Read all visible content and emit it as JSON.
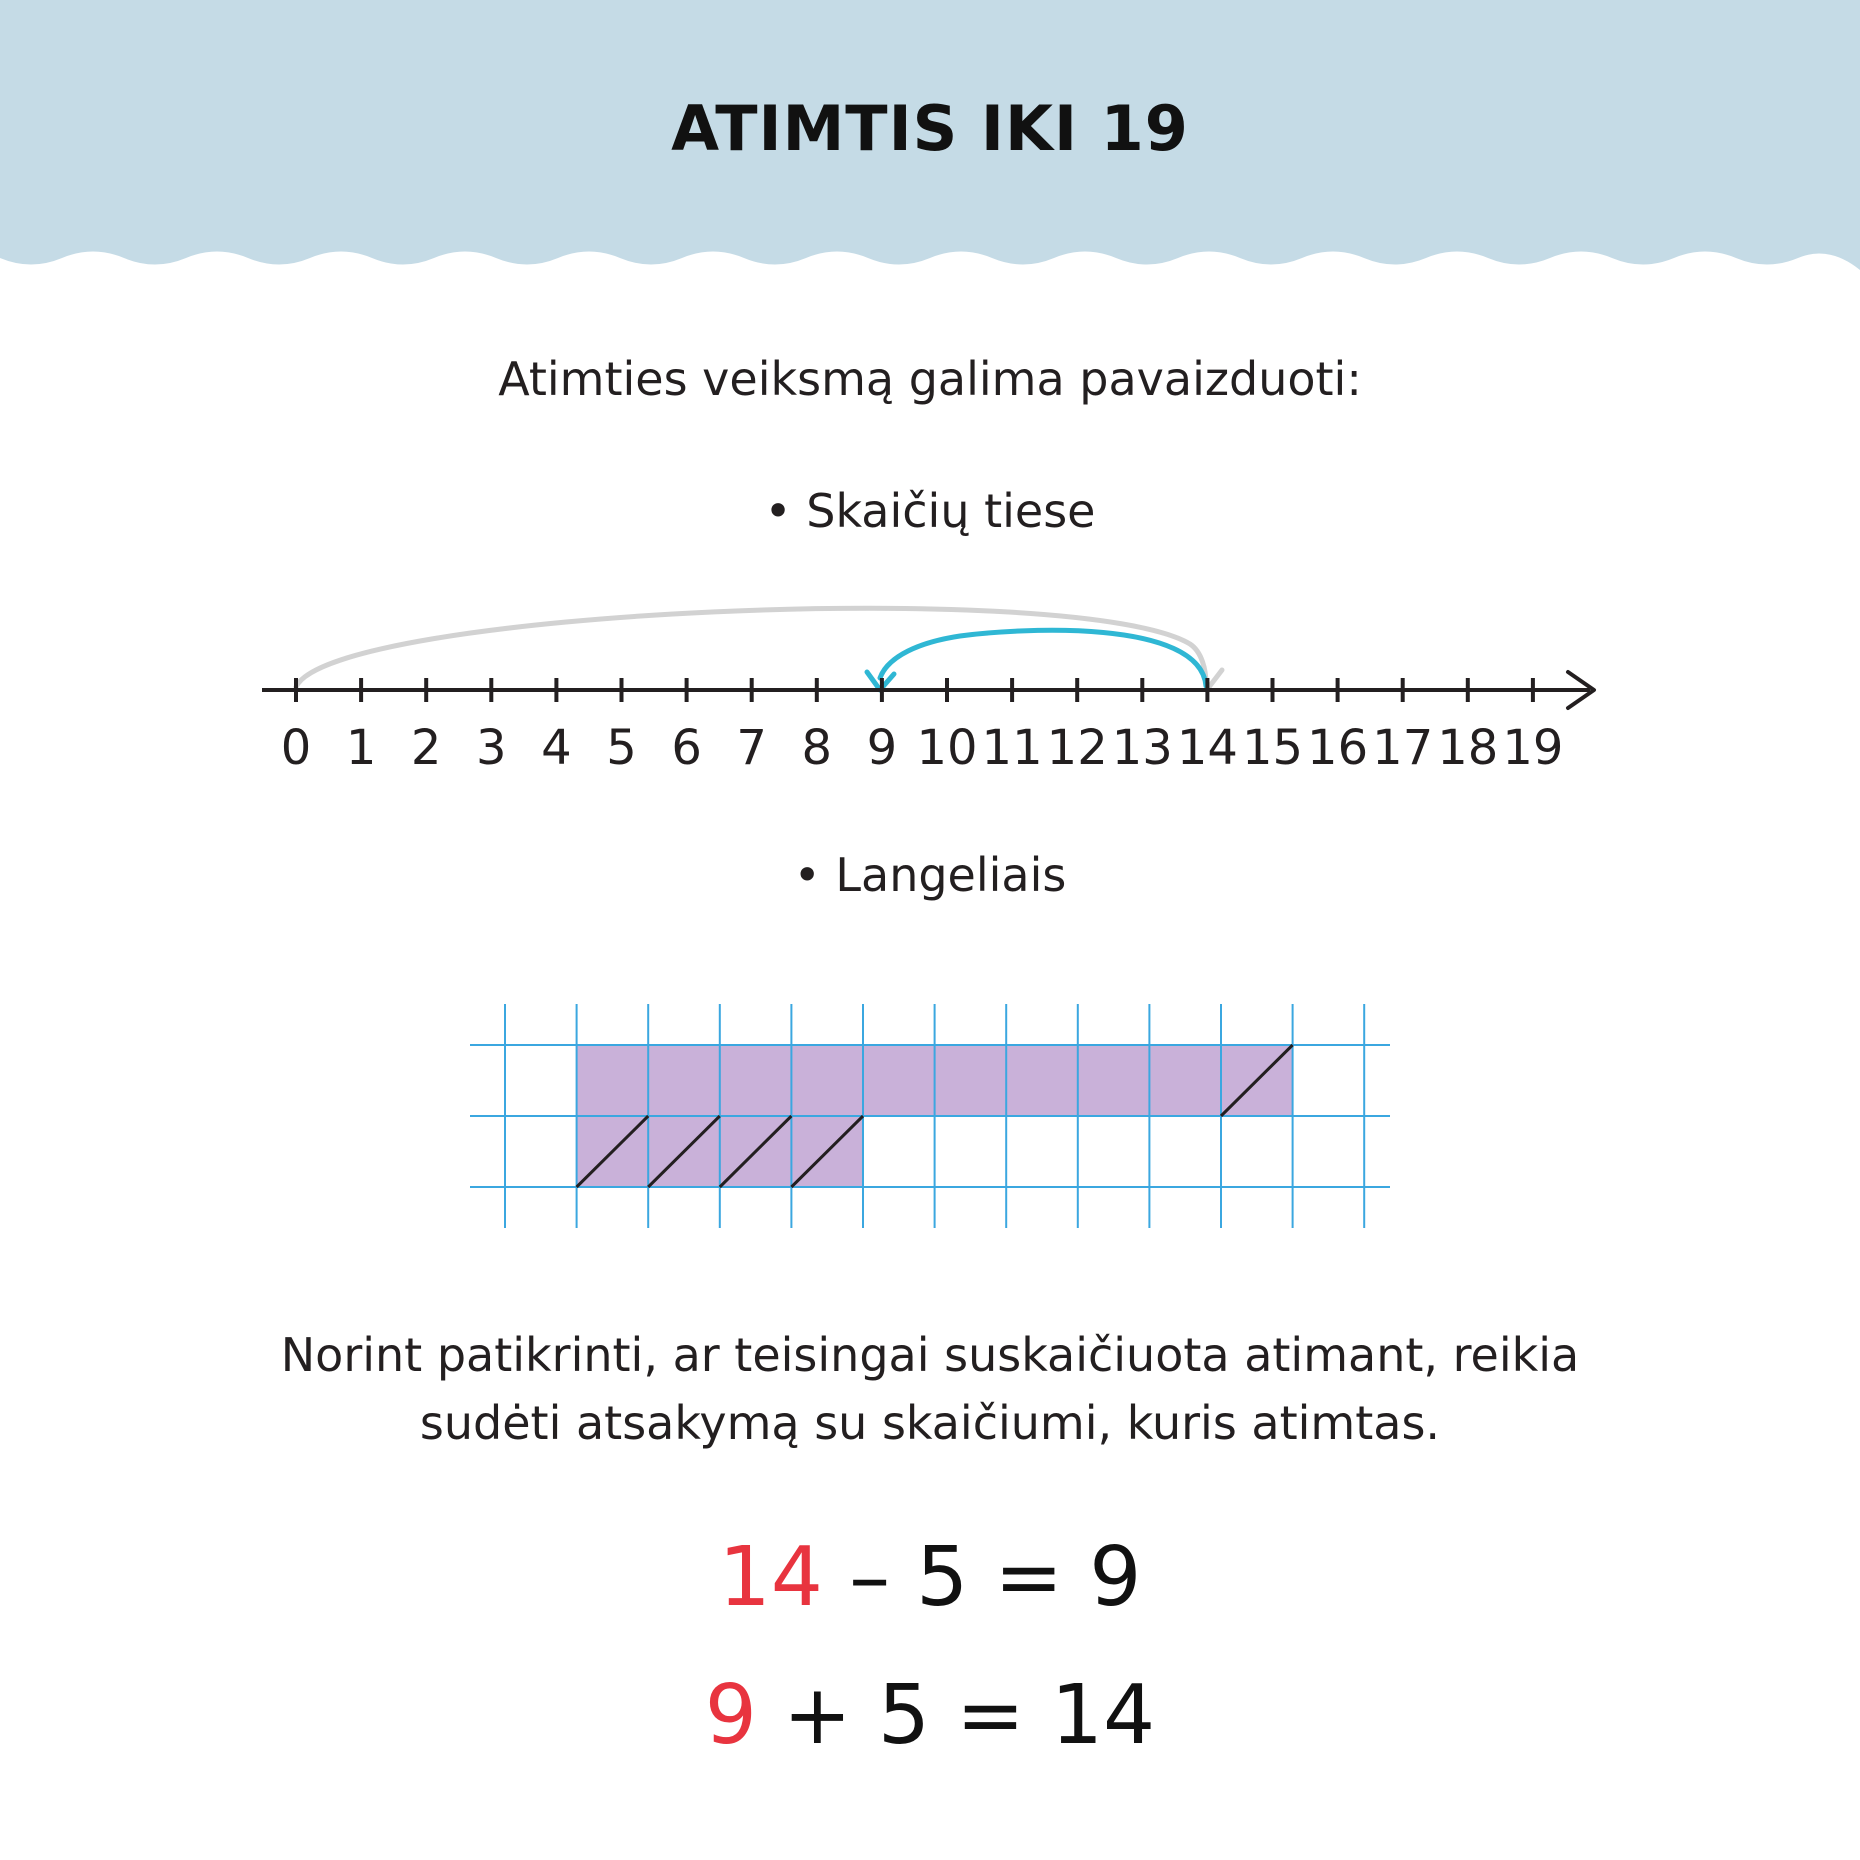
{
  "title": "ATIMTIS IKI 19",
  "intro": "Atimties veiksmą galima pavaizduoti:",
  "bullet_number_line": "• Skaičių tiese",
  "bullet_cells": "• Langeliais",
  "number_line": {
    "ticks": [
      "0",
      "1",
      "2",
      "3",
      "4",
      "5",
      "6",
      "7",
      "8",
      "9",
      "10",
      "11",
      "12",
      "13",
      "14",
      "15",
      "16",
      "17",
      "18",
      "19"
    ],
    "grey_arc": {
      "from": 0,
      "to": 14
    },
    "blue_arc": {
      "from": 14,
      "to": 9
    }
  },
  "cells": {
    "shaded_top_row": 10,
    "shaded_bottom_row": 4,
    "crossed_out": 5
  },
  "note_line1": "Norint patikrinti, ar teisingai suskaičiuota atimant, reikia",
  "note_line2": "sudėti atsakymą su skaičiumi, kuris atimtas.",
  "equation1": {
    "a": "14",
    "op": "–",
    "b": "5",
    "eq": "=",
    "c": "9"
  },
  "equation2": {
    "a": "9",
    "op": "+",
    "b": "5",
    "eq": "=",
    "c": "14"
  },
  "colors": {
    "header_bg": "#c5dbe6",
    "grid_line": "#3ba7e0",
    "cell_fill": "#c9b1d9",
    "blue_arc": "#2fb7d4",
    "grey_arc": "#d2d2d2",
    "accent_red": "#e8343f"
  }
}
